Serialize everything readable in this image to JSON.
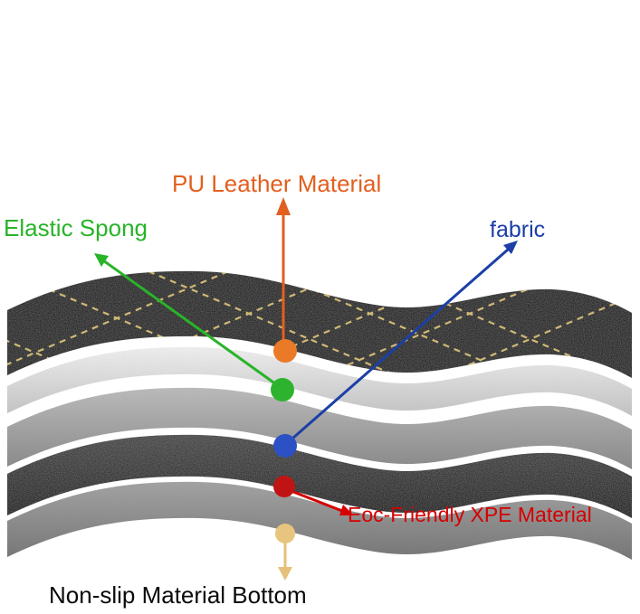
{
  "diagram": {
    "labels": {
      "pu_leather": {
        "text": "PU Leather Material",
        "color": "#e2601f"
      },
      "elastic_sponge": {
        "text": "Elastic Spong",
        "color": "#28b428"
      },
      "fabric": {
        "text": "fabric",
        "color": "#1b3fa6"
      },
      "xpe": {
        "text": "Eoc-Friendly XPE Material",
        "color": "#d60000"
      },
      "non_slip": {
        "text": "Non-slip Material Bottom",
        "color": "#0a0a0a"
      }
    },
    "markers": {
      "pu_leather_dot": "#ea7a28",
      "elastic_sponge_dot": "#2db32d",
      "fabric_dot": "#2b51c4",
      "xpe_dot": "#c01414",
      "non_slip_dot": "#e8c57e"
    },
    "arrows": {
      "pu_leather": "#e2601f",
      "elastic_sponge": "#28b428",
      "fabric": "#1b3fa6",
      "xpe": "#d60000",
      "non_slip": "#e4c078"
    },
    "layers": [
      {
        "name": "PU leather top layer",
        "color": "#141414"
      },
      {
        "name": "elastic sponge layer",
        "color": "#ededed"
      },
      {
        "name": "fabric layer",
        "color": "#a0a0a0"
      },
      {
        "name": "XPE foam layer",
        "color": "#181818"
      },
      {
        "name": "non-slip bottom layer",
        "color": "#8c8c8c"
      }
    ],
    "stitching_color": "#d8c07a"
  }
}
